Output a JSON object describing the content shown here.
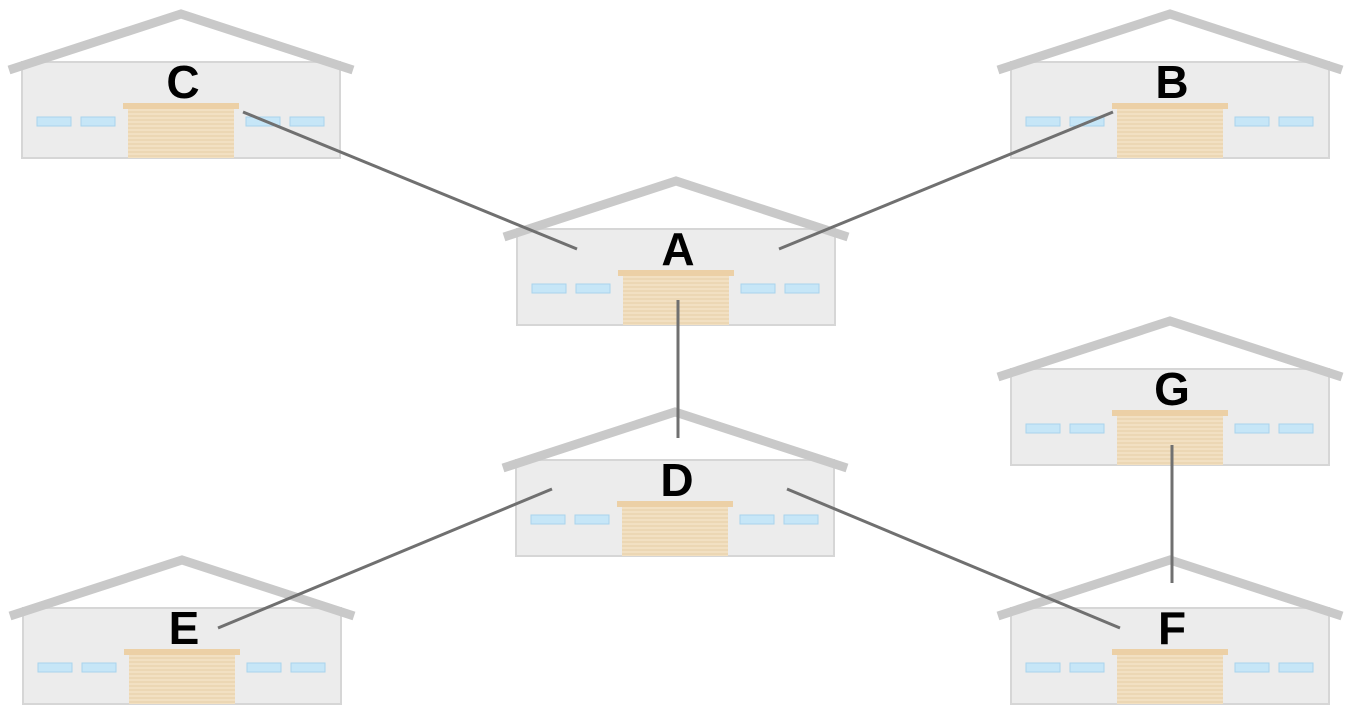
{
  "warehouses": [
    {
      "id": "A",
      "label": "A"
    },
    {
      "id": "B",
      "label": "B"
    },
    {
      "id": "C",
      "label": "C"
    },
    {
      "id": "D",
      "label": "D"
    },
    {
      "id": "E",
      "label": "E"
    },
    {
      "id": "F",
      "label": "F"
    },
    {
      "id": "G",
      "label": "G"
    }
  ],
  "connections": [
    {
      "from": "C",
      "to": "A"
    },
    {
      "from": "B",
      "to": "A"
    },
    {
      "from": "A",
      "to": "D"
    },
    {
      "from": "D",
      "to": "E"
    },
    {
      "from": "D",
      "to": "F"
    },
    {
      "from": "G",
      "to": "F"
    }
  ],
  "colors": {
    "roof": "#c9c9c9",
    "wall": "#ececec",
    "wall_border": "#d6d6d6",
    "window": "#c6e6f7",
    "window_border": "#a9d3ec",
    "door": "#f2e0c2",
    "door_lines": "#e2c99d",
    "door_lintel": "#ecd0a6",
    "edge": "#707070",
    "label": "#000000"
  }
}
